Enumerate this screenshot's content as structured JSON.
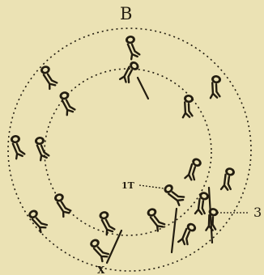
{
  "labels": {
    "top": "B",
    "left_marker": "1T",
    "right_marker": "3",
    "bottom": "X"
  },
  "colors": {
    "paper": "#ebe2b4",
    "ink": "#231d10"
  }
}
